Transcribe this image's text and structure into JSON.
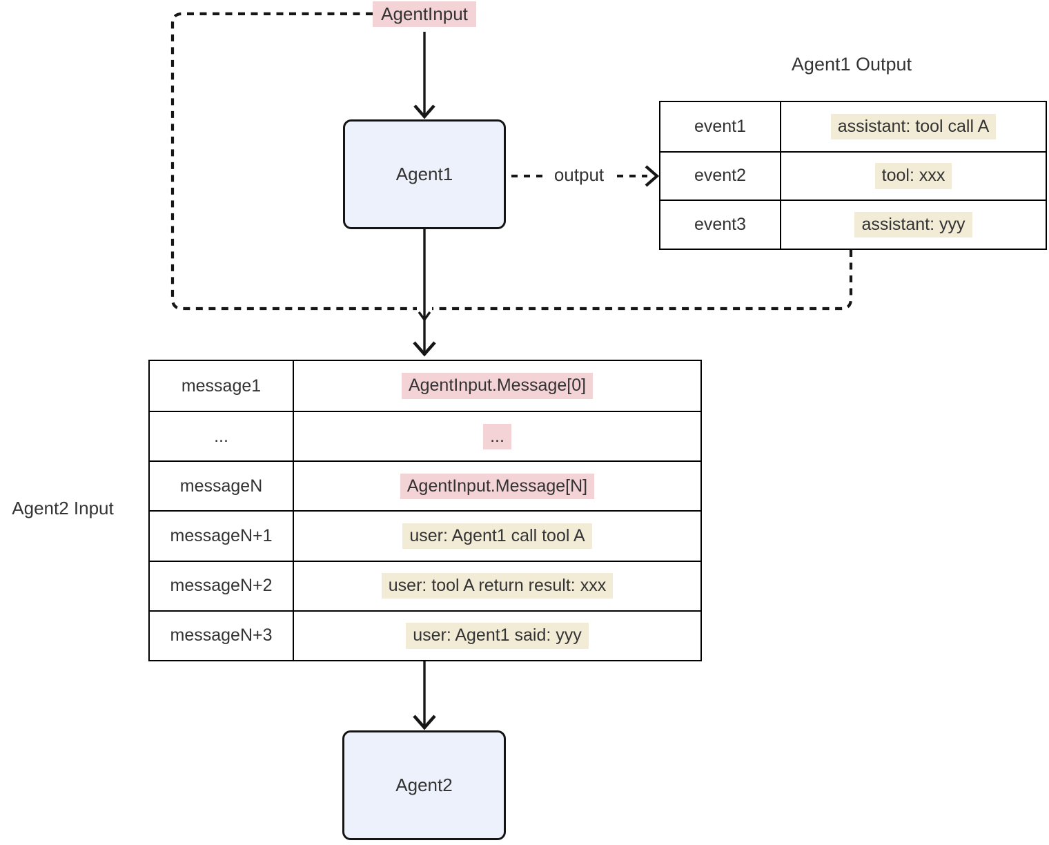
{
  "colors": {
    "pink": "#f4d3d6",
    "cream": "#f2ecd6",
    "node-fill": "#edf1fb",
    "node-border": "#141414",
    "line": "#161616",
    "text": "#333333"
  },
  "nodes": {
    "agent_input": {
      "label": "AgentInput"
    },
    "agent1": {
      "label": "Agent1"
    },
    "agent2": {
      "label": "Agent2"
    }
  },
  "edges": {
    "output_label": "output"
  },
  "agent1_output": {
    "title": "Agent1 Output",
    "rows": [
      {
        "key": "event1",
        "value": "assistant: tool call A"
      },
      {
        "key": "event2",
        "value": "tool: xxx"
      },
      {
        "key": "event3",
        "value": "assistant: yyy"
      }
    ]
  },
  "agent2_input": {
    "title": "Agent2 Input",
    "rows": [
      {
        "key": "message1",
        "value": "AgentInput.Message[0]"
      },
      {
        "key": "...",
        "value": "..."
      },
      {
        "key": "messageN",
        "value": "AgentInput.Message[N]"
      },
      {
        "key": "messageN+1",
        "value": "user: Agent1 call tool A"
      },
      {
        "key": "messageN+2",
        "value": "user: tool A return result: xxx"
      },
      {
        "key": "messageN+3",
        "value": "user: Agent1 said: yyy"
      }
    ]
  }
}
